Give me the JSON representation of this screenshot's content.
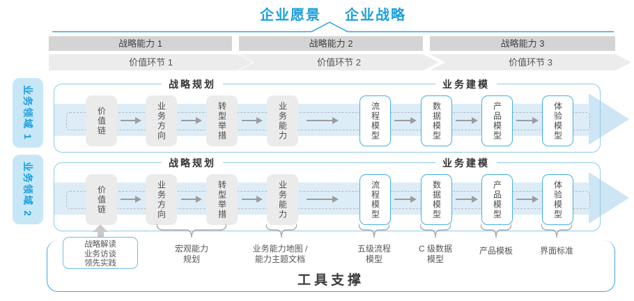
{
  "title": {
    "vision": "企业愿景",
    "strategy": "企业战略"
  },
  "strategic_capabilities": [
    {
      "label": "战略能力 1"
    },
    {
      "label": "战略能力 2"
    },
    {
      "label": "战略能力 3"
    }
  ],
  "value_chains": [
    {
      "label": "价值环节 1"
    },
    {
      "label": "价值环节 2"
    },
    {
      "label": "价值环节 3"
    }
  ],
  "domains": [
    {
      "label": "业务领域 1",
      "planning_title": "战略规划",
      "modeling_title": "业务建模",
      "planning_boxes": [
        "价值链",
        "业务方向",
        "转型举措",
        "业务能力"
      ],
      "modeling_boxes": [
        "流程模型",
        "数据模型",
        "产品模型",
        "体验模型"
      ]
    },
    {
      "label": "业务领域 2",
      "planning_title": "战略规划",
      "modeling_title": "业务建模",
      "planning_boxes": [
        "价值链",
        "业务方向",
        "转型举措",
        "业务能力"
      ],
      "modeling_boxes": [
        "流程模型",
        "数据模型",
        "产品模型",
        "体验模型"
      ]
    }
  ],
  "annotations": {
    "source_box": {
      "lines": [
        "战略解读",
        "业务访谈",
        "领先实践"
      ]
    },
    "notes": [
      {
        "lines": [
          "宏观能力",
          "规划"
        ]
      },
      {
        "lines": [
          "业务能力地图 /",
          "能力主题文档"
        ]
      },
      {
        "lines": [
          "五级流程",
          "模型"
        ]
      },
      {
        "lines": [
          "C 级数据",
          "模型"
        ]
      },
      {
        "lines": [
          "产品模板"
        ]
      },
      {
        "lines": [
          "界面标准"
        ]
      }
    ]
  },
  "footer": {
    "tool_support": "工具支撑"
  },
  "colors": {
    "accent_blue": "#1b9fdc",
    "row_border_blue": "#8fc9e9",
    "band_light_blue": "#dcedf8",
    "arrowhead_blue": "#cde5f4",
    "bar_gray": "#d4d4d4",
    "chevron_gray": "#ececec",
    "node_gray": "#ebebeb",
    "blue_node_border": "#41aee3",
    "domain_label_bg": "#c7e7f7",
    "connector_gray": "#9c9c9c"
  }
}
